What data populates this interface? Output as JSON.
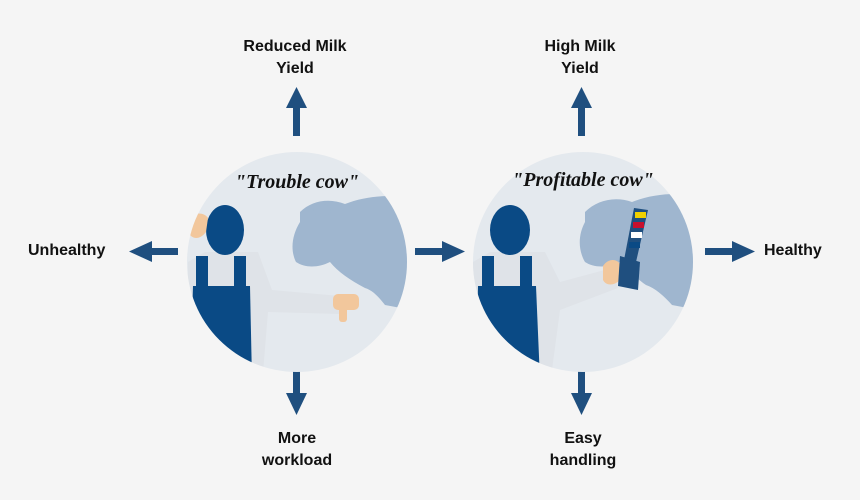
{
  "left": {
    "title": "\"Trouble cow\"",
    "top_label_1": "Reduced Milk",
    "top_label_2": "Yield",
    "left_label": "Unhealthy",
    "bottom_label_1": "More",
    "bottom_label_2": "workload"
  },
  "right": {
    "title": "\"Profitable cow\"",
    "top_label_1": "High Milk",
    "top_label_2": "Yield",
    "right_label": "Healthy",
    "bottom_label_1": "Easy",
    "bottom_label_2": "handling"
  },
  "colors": {
    "arrow": "#1f4f7f",
    "overall": "#0a4a85",
    "shirt": "#dfe3e8",
    "cow": "#9fb6cf",
    "circle_bg": "#e4e9ee",
    "skin": "#f2c79c"
  },
  "icons": [
    "farmer-icon",
    "cow-icon",
    "thumbs-down-icon",
    "brush-icon"
  ]
}
